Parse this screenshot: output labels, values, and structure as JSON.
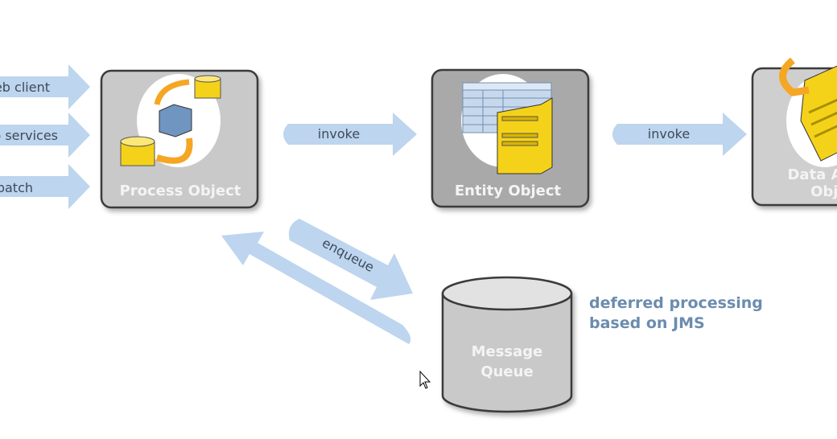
{
  "inputs": [
    {
      "label": "web client"
    },
    {
      "label": "web services"
    },
    {
      "label": "batch"
    }
  ],
  "nodes": {
    "process": {
      "label": "Process Object"
    },
    "entity": {
      "label": "Entity Object"
    },
    "dao": {
      "line1": "Data Access",
      "line2": "Object"
    },
    "queue": {
      "line1": "Message",
      "line2": "Queue"
    }
  },
  "edges": {
    "invoke1": "invoke",
    "invoke2": "invoke",
    "enqueue": "enqueue"
  },
  "note": {
    "line1": "deferred processing",
    "line2": "based on JMS"
  },
  "colors": {
    "arrow": "#bdd5ee",
    "box": "#c9c9c9",
    "entity_box": "#a9a9aa",
    "note": "#6b8cae",
    "icon_yellow": "#f5d21a",
    "icon_orange": "#f5a623"
  }
}
